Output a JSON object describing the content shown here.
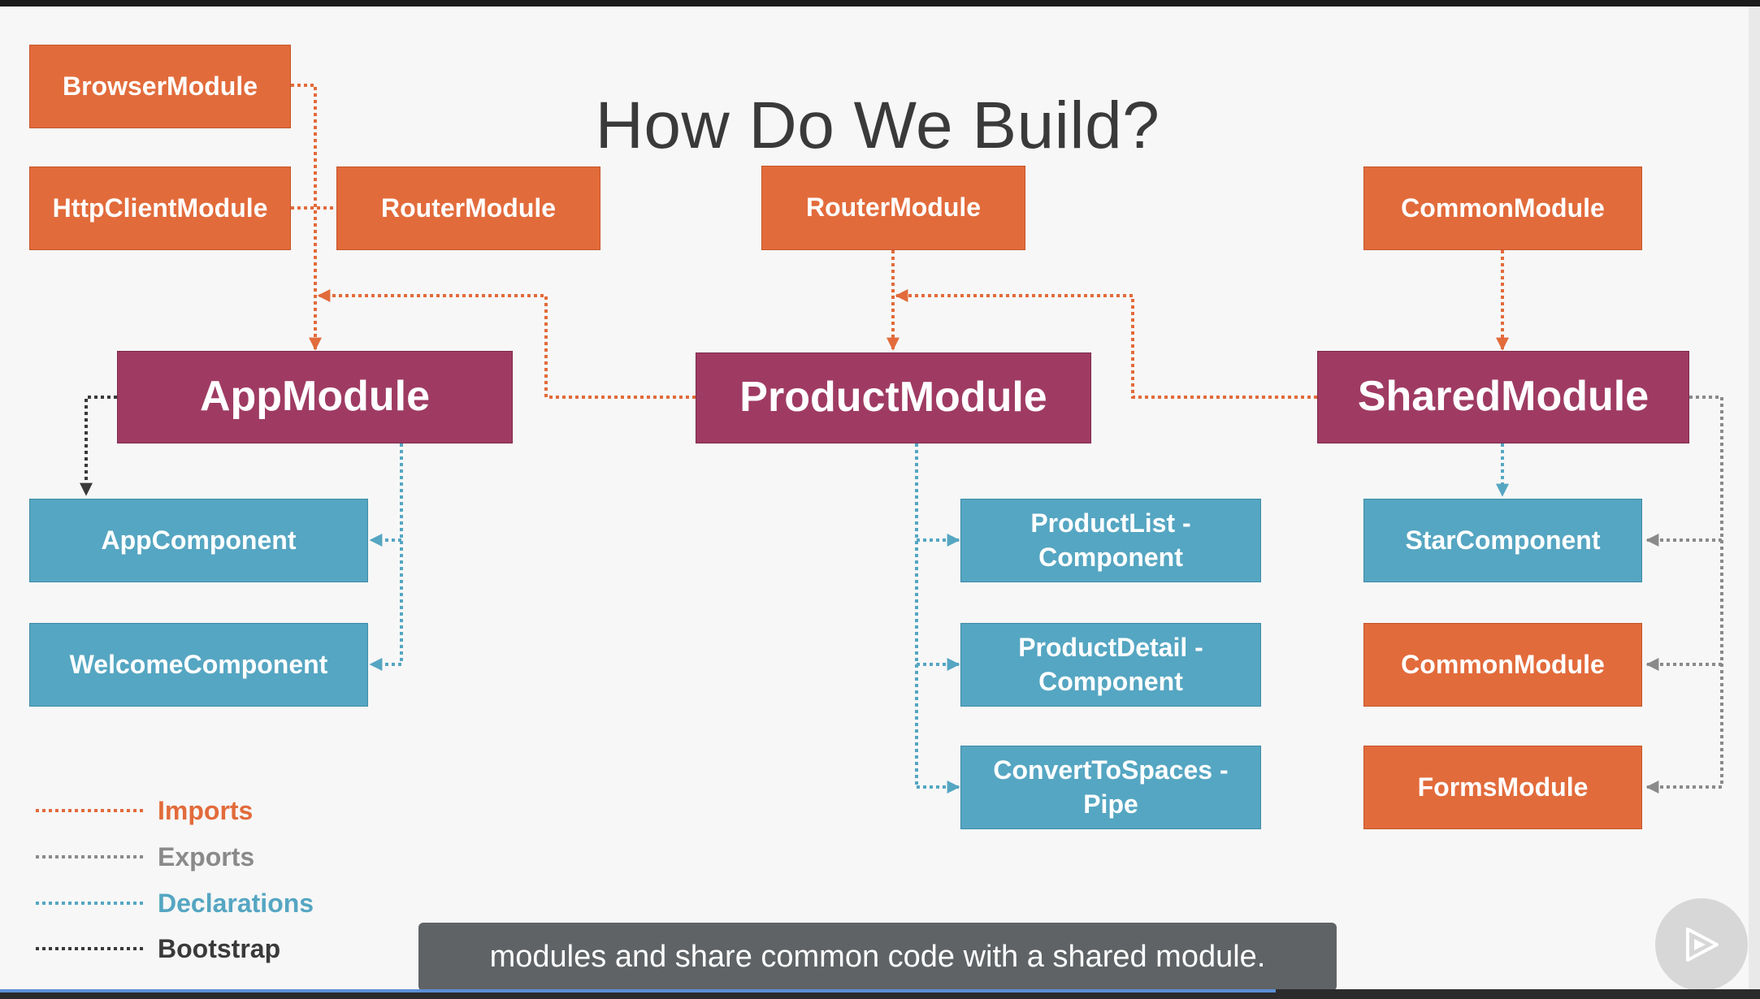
{
  "title": "How Do We Build?",
  "colors": {
    "imports": "#e26b3b",
    "exports": "#8a8a8a",
    "declarations": "#55a6c2",
    "bootstrap": "#3a3a3a",
    "module": "#9f3b63"
  },
  "modules": {
    "browser_module": "BrowserModule",
    "httpclient_module": "HttpClientModule",
    "router_module_app": "RouterModule",
    "router_module_product": "RouterModule",
    "common_module_top": "CommonModule",
    "app_module": "AppModule",
    "product_module": "ProductModule",
    "shared_module": "SharedModule",
    "app_component": "AppComponent",
    "welcome_component": "WelcomeComponent",
    "productlist_component_l1": "ProductList -",
    "productlist_component_l2": "Component",
    "productdetail_component_l1": "ProductDetail -",
    "productdetail_component_l2": "Component",
    "converttospaces_pipe_l1": "ConvertToSpaces -",
    "converttospaces_pipe_l2": "Pipe",
    "star_component": "StarComponent",
    "common_module_export": "CommonModule",
    "forms_module": "FormsModule"
  },
  "legend": {
    "imports": "Imports",
    "exports": "Exports",
    "declarations": "Declarations",
    "bootstrap": "Bootstrap"
  },
  "caption": "modules and share common code with a shared module.",
  "player": {
    "play_icon": "play-icon"
  }
}
